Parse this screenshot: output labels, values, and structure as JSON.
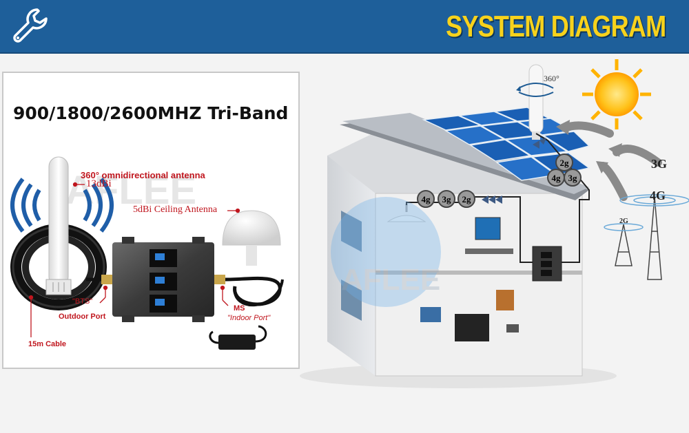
{
  "header": {
    "title": "SYSTEM DIAGRAM",
    "icon": "wrench-icon",
    "bg_color": "#1e5f9a",
    "title_color": "#f7d21c"
  },
  "product_panel": {
    "title": "900/1800/2600MHZ Tri-Band",
    "watermark": "AFLEE",
    "outdoor_antenna_label": "360° omnidirectional antenna",
    "outdoor_antenna_gain": "13dBi",
    "ceiling_antenna_label": "5dBi Ceiling Antenna",
    "bts_port_label": "\"BTS\"",
    "bts_port_sub": "Outdoor Port",
    "ms_port_label": "MS",
    "ms_port_sub": "\"Indoor Port\"",
    "cable_label": "15m Cable",
    "label_color": "#c0161e"
  },
  "system_diagram": {
    "roof_antenna_rotation": "360°",
    "roof_bands": [
      "2g",
      "4g",
      "3g"
    ],
    "indoor_bands": [
      "4g",
      "3g",
      "2g"
    ],
    "tower_labels": [
      "3G",
      "4G",
      "2G"
    ]
  }
}
